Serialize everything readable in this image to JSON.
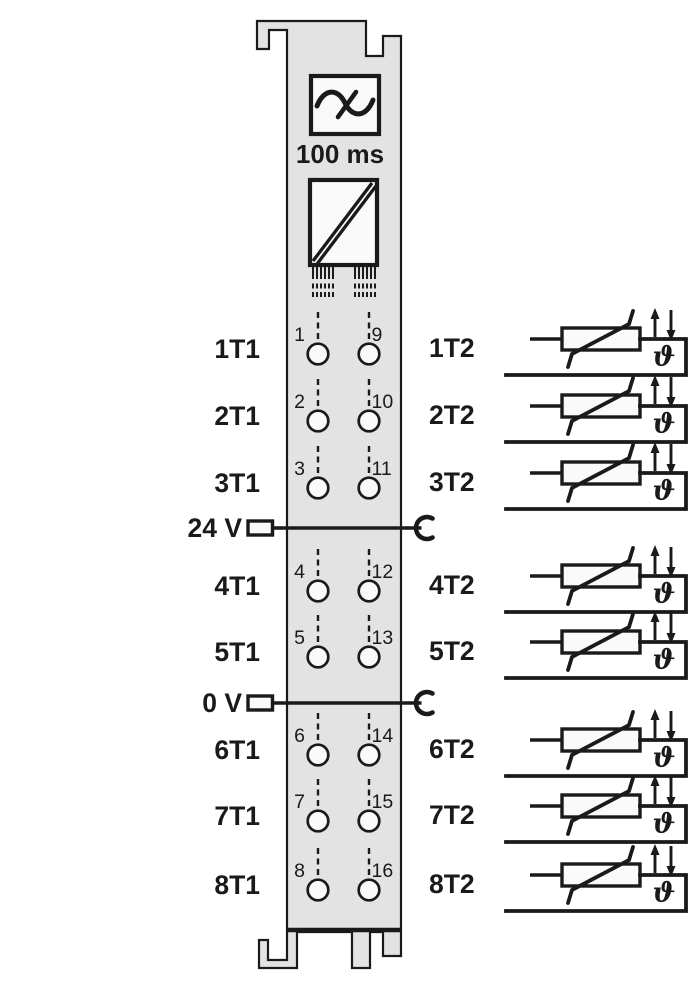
{
  "diagram": {
    "module": {
      "filter": {
        "label": "100 ms",
        "symbol": "sine-wave"
      },
      "isolation_symbol": "galvanic-isolation",
      "left_terminals": [
        {
          "label": "1T1",
          "pin": "1"
        },
        {
          "label": "2T1",
          "pin": "2"
        },
        {
          "label": "3T1",
          "pin": "3"
        },
        {
          "label": "4T1",
          "pin": "4"
        },
        {
          "label": "5T1",
          "pin": "5"
        },
        {
          "label": "6T1",
          "pin": "6"
        },
        {
          "label": "7T1",
          "pin": "7"
        },
        {
          "label": "8T1",
          "pin": "8"
        }
      ],
      "right_terminals": [
        {
          "label": "1T2",
          "pin": "9"
        },
        {
          "label": "2T2",
          "pin": "10"
        },
        {
          "label": "3T2",
          "pin": "11"
        },
        {
          "label": "4T2",
          "pin": "12"
        },
        {
          "label": "5T2",
          "pin": "13"
        },
        {
          "label": "6T2",
          "pin": "14"
        },
        {
          "label": "7T2",
          "pin": "15"
        },
        {
          "label": "8T2",
          "pin": "16"
        }
      ],
      "power_taps": [
        {
          "label": "24 V"
        },
        {
          "label": "0 V"
        }
      ]
    },
    "sensors": {
      "count": 8,
      "type": "thermistor",
      "temperature_symbol": "ϑ",
      "direction_arrows": [
        "↑",
        "↓"
      ]
    },
    "colors": {
      "background": "#ffffff",
      "body_fill": "#e3e3e3",
      "box_fill": "#fafafa",
      "line": "#1a1a1a"
    }
  }
}
